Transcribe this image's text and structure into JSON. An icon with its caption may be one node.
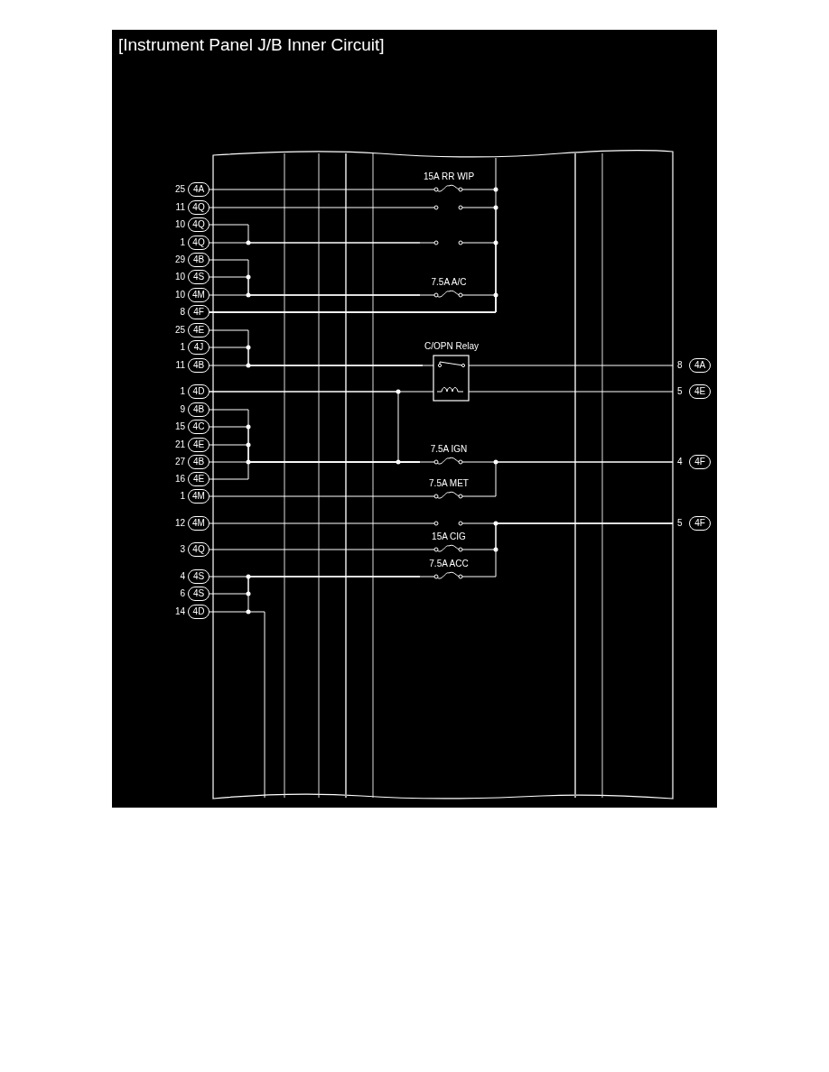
{
  "diagram": {
    "title": "[Instrument Panel J/B Inner Circuit]",
    "nodes": [
      {
        "text": [
          "4A"
        ],
        "beside": [
          "25"
        ]
      },
      {
        "text": [
          "4Q"
        ],
        "beside": [
          "11"
        ]
      },
      {
        "text": [
          "4Q"
        ],
        "beside": [
          "10"
        ]
      },
      {
        "text": [
          "4Q"
        ],
        "beside": [
          "1"
        ]
      },
      {
        "text": [
          "4B"
        ],
        "beside": [
          "29"
        ]
      },
      {
        "text": [
          "4S"
        ],
        "beside": [
          "10"
        ]
      },
      {
        "text": [
          "4M"
        ],
        "beside": [
          "10"
        ]
      },
      {
        "text": [
          "4F"
        ],
        "beside": [
          "8"
        ]
      },
      {
        "text": [
          "4E"
        ],
        "beside": [
          "25"
        ]
      },
      {
        "text": [
          "4J"
        ],
        "beside": [
          "1"
        ]
      },
      {
        "text": [
          "4B"
        ],
        "beside": [
          "11"
        ]
      },
      {
        "text": [
          "4D"
        ],
        "beside": [
          "1"
        ]
      },
      {
        "text": [
          "4B"
        ],
        "beside": [
          "9"
        ]
      },
      {
        "text": [
          "4C"
        ],
        "beside": [
          "15"
        ]
      },
      {
        "text": [
          "4E"
        ],
        "beside": [
          "21"
        ]
      },
      {
        "text": [
          "4B"
        ],
        "beside": [
          "27"
        ]
      },
      {
        "text": [
          "4E"
        ],
        "beside": [
          "16"
        ]
      },
      {
        "text": [
          "4M"
        ],
        "beside": [
          "1"
        ]
      },
      {
        "text": [
          "4M"
        ],
        "beside": [
          "12"
        ]
      },
      {
        "text": [
          "4Q"
        ],
        "beside": [
          "3"
        ]
      },
      {
        "text": [
          "4S"
        ],
        "beside": [
          "4"
        ]
      },
      {
        "text": [
          "4S"
        ],
        "beside": [
          "6"
        ]
      },
      {
        "text": [
          "4D"
        ],
        "beside": [
          "14"
        ]
      },
      {
        "text": [
          "4A"
        ],
        "beside": [
          "8"
        ]
      },
      {
        "text": [
          "4E"
        ],
        "beside": [
          "5"
        ]
      },
      {
        "text": [
          "4F"
        ],
        "beside": [
          "4"
        ]
      },
      {
        "text": [
          "4F"
        ],
        "beside": [
          "5"
        ]
      },
      {
        "text": [
          "15A RR WIP"
        ]
      },
      {
        "text": [],
        "shape": "circle"
      },
      {
        "text": [],
        "shape": "circle"
      },
      {
        "text": [
          "7.5A A/C"
        ]
      },
      {
        "text": [
          "C/OPN Relay"
        ]
      },
      {
        "text": [
          "7.5A IGN"
        ]
      },
      {
        "text": [
          "7.5A MET"
        ]
      },
      {
        "text": [],
        "shape": "circle"
      },
      {
        "text": [
          "15A CIG"
        ]
      },
      {
        "text": [
          "7.5A ACC"
        ]
      }
    ],
    "edges": [
      {
        "from": 0,
        "to": 27,
        "arrow": "none"
      },
      {
        "from": 1,
        "to": 28,
        "arrow": "none"
      },
      {
        "from": 2,
        "to": 29,
        "arrow": "none"
      },
      {
        "from": 3,
        "to": 29,
        "arrow": "none"
      },
      {
        "from": 4,
        "to": 30,
        "arrow": "none"
      },
      {
        "from": 5,
        "to": 30,
        "arrow": "none"
      },
      {
        "from": 6,
        "to": 30,
        "arrow": "none"
      },
      {
        "from": 27,
        "to": 7,
        "arrow": "none"
      },
      {
        "from": 28,
        "to": 7,
        "arrow": "none"
      },
      {
        "from": 29,
        "to": 7,
        "arrow": "none"
      },
      {
        "from": 30,
        "to": 7,
        "arrow": "none"
      },
      {
        "from": 8,
        "to": 31,
        "arrow": "none"
      },
      {
        "from": 9,
        "to": 31,
        "arrow": "none"
      },
      {
        "from": 10,
        "to": 31,
        "arrow": "none"
      },
      {
        "from": 31,
        "to": 23,
        "arrow": "none"
      },
      {
        "from": 11,
        "to": 31,
        "arrow": "none"
      },
      {
        "from": 31,
        "to": 24,
        "arrow": "none"
      },
      {
        "from": 11,
        "to": 32,
        "arrow": "none"
      },
      {
        "from": 12,
        "to": 32,
        "arrow": "none"
      },
      {
        "from": 13,
        "to": 32,
        "arrow": "none"
      },
      {
        "from": 14,
        "to": 32,
        "arrow": "none"
      },
      {
        "from": 15,
        "to": 32,
        "arrow": "none"
      },
      {
        "from": 16,
        "to": 32,
        "arrow": "none"
      },
      {
        "from": 32,
        "to": 25,
        "arrow": "none"
      },
      {
        "from": 17,
        "to": 33,
        "arrow": "none"
      },
      {
        "from": 33,
        "to": 25,
        "arrow": "none"
      },
      {
        "from": 18,
        "to": 34,
        "arrow": "none"
      },
      {
        "from": 34,
        "to": 26,
        "arrow": "none"
      },
      {
        "from": 19,
        "to": 35,
        "arrow": "none"
      },
      {
        "from": 35,
        "to": 26,
        "arrow": "none"
      },
      {
        "from": 20,
        "to": 36,
        "arrow": "none"
      },
      {
        "from": 21,
        "to": 36,
        "arrow": "none"
      },
      {
        "from": 22,
        "to": 36,
        "arrow": "none"
      },
      {
        "from": 36,
        "to": 26,
        "arrow": "none"
      }
    ]
  }
}
